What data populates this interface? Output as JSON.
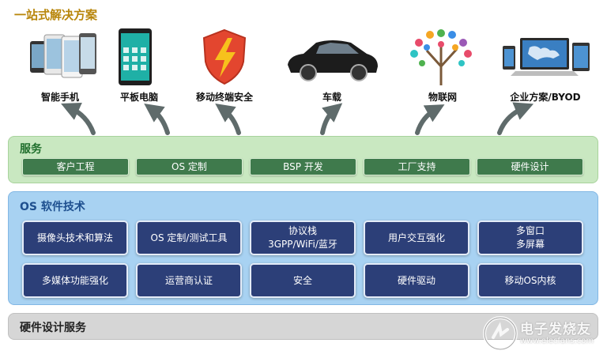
{
  "title": "一站式解决方案",
  "apps": [
    {
      "label": "智能手机",
      "icon": "smartphones-icon"
    },
    {
      "label": "平板电脑",
      "icon": "tablet-icon"
    },
    {
      "label": "移动终端安全",
      "icon": "security-shield-icon"
    },
    {
      "label": "车载",
      "icon": "car-icon"
    },
    {
      "label": "物联网",
      "icon": "iot-tree-icon"
    },
    {
      "label": "企业方案/BYOD",
      "icon": "enterprise-devices-icon"
    }
  ],
  "services": {
    "title": "服务",
    "items": [
      "客户工程",
      "OS 定制",
      "BSP 开发",
      "工厂支持",
      "硬件设计"
    ]
  },
  "os_tech": {
    "title": "OS 软件技术",
    "items": [
      [
        "摄像头技术和算法"
      ],
      [
        "OS 定制/测试工具"
      ],
      [
        "协议栈",
        "3GPP/WiFi/蓝牙"
      ],
      [
        "用户交互强化"
      ],
      [
        "多窗口",
        "多屏幕"
      ],
      [
        "多媒体功能强化"
      ],
      [
        "运营商认证"
      ],
      [
        "安全"
      ],
      [
        "硬件驱动"
      ],
      [
        "移动OS内核"
      ]
    ]
  },
  "hardware": {
    "title": "硬件设计服务"
  },
  "watermark": {
    "text": "电子发烧友",
    "sub": "www.elecfans.com"
  },
  "colors": {
    "title": "#b8860b",
    "services_bg": "#c9e8c1",
    "service_btn": "#3f7a4c",
    "os_bg": "#a8d2f2",
    "tech_btn": "#2c3f78",
    "hw_bg": "#d6d6d6",
    "arrow": "#5f6b6b"
  }
}
